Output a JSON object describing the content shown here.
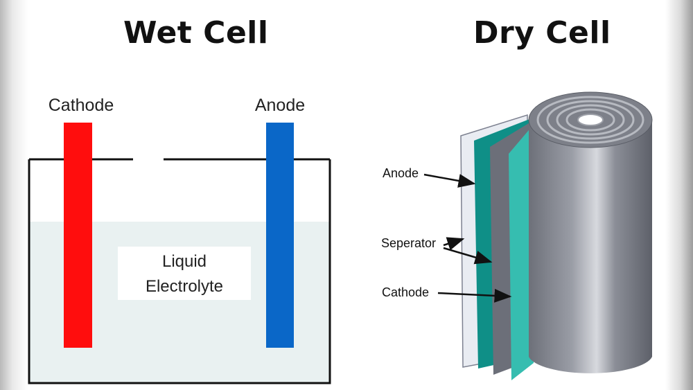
{
  "wet_cell": {
    "title": "Wet Cell",
    "cathode_label": "Cathode",
    "anode_label": "Anode",
    "electrolyte_line1": "Liquid",
    "electrolyte_line2": "Electrolyte"
  },
  "dry_cell": {
    "title": "Dry Cell",
    "anode_label": "Anode",
    "separator_label": "Seperator",
    "cathode_label": "Cathode"
  },
  "colors": {
    "cathode_rod": "#ff0d0d",
    "anode_rod": "#0a67c8",
    "electrolyte": "#e9f1f1",
    "teal_sheet": "#0f8f87",
    "light_teal_sheet": "#36bdb0",
    "grey_sheet": "#6c6f79",
    "roll": "#8a8d96"
  }
}
